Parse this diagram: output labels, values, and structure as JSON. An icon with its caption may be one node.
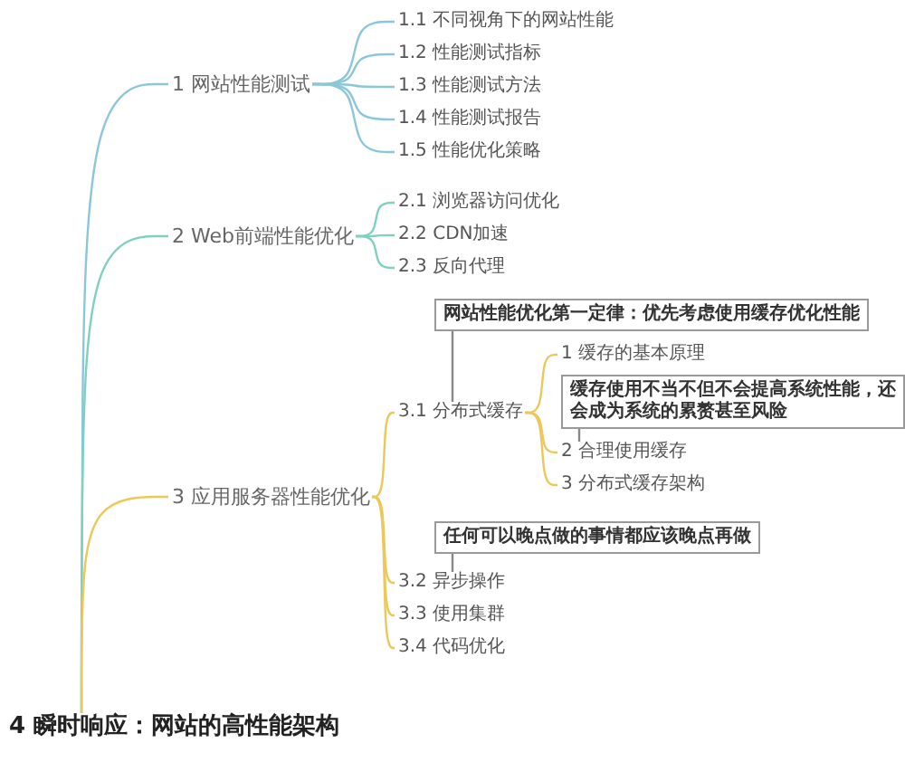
{
  "diagram": {
    "nodes": [
      {
        "text": [
          "4 瞬时响应：网站的高性能架构"
        ]
      },
      {
        "text": [
          "1 网站性能测试"
        ]
      },
      {
        "text": [
          "1.1 不同视角下的网站性能"
        ]
      },
      {
        "text": [
          "1.2 性能测试指标"
        ]
      },
      {
        "text": [
          "1.3 性能测试方法"
        ]
      },
      {
        "text": [
          "1.4 性能测试报告"
        ]
      },
      {
        "text": [
          "1.5 性能优化策略"
        ]
      },
      {
        "text": [
          "2 Web前端性能优化"
        ]
      },
      {
        "text": [
          "2.1 浏览器访问优化"
        ]
      },
      {
        "text": [
          "2.2 CDN加速"
        ]
      },
      {
        "text": [
          "2.3 反向代理"
        ]
      },
      {
        "text": [
          "网站性能优化第一定律：优先考虑使用缓存优化性能"
        ]
      },
      {
        "text": [
          "3 应用服务器性能优化"
        ]
      },
      {
        "text": [
          "3.1 分布式缓存"
        ]
      },
      {
        "text": [
          "1 缓存的基本原理"
        ]
      },
      {
        "text": [
          "缓存使用不当不但不会提高系统性能，还会成为系统的累赘甚至风险"
        ]
      },
      {
        "text": [
          "2 合理使用缓存"
        ]
      },
      {
        "text": [
          "3 分布式缓存架构"
        ]
      },
      {
        "text": [
          "任何可以晚点做的事情都应该晚点再做"
        ]
      },
      {
        "text": [
          "3.2 异步操作"
        ]
      },
      {
        "text": [
          "3.3 使用集群"
        ]
      },
      {
        "text": [
          "3.4 代码优化"
        ]
      }
    ],
    "edges": [
      {
        "from": 0,
        "to": 1,
        "arrow": "none",
        "color": "#8cc7d9"
      },
      {
        "from": 1,
        "to": 2,
        "arrow": "none",
        "color": "#8cc7d9"
      },
      {
        "from": 1,
        "to": 3,
        "arrow": "none",
        "color": "#8cc7d9"
      },
      {
        "from": 1,
        "to": 4,
        "arrow": "none",
        "color": "#8cc7d9"
      },
      {
        "from": 1,
        "to": 5,
        "arrow": "none",
        "color": "#8cc7d9"
      },
      {
        "from": 1,
        "to": 6,
        "arrow": "none",
        "color": "#8cc7d9"
      },
      {
        "from": 0,
        "to": 7,
        "arrow": "none",
        "color": "#7fd1bf"
      },
      {
        "from": 7,
        "to": 8,
        "arrow": "none",
        "color": "#7fd1bf"
      },
      {
        "from": 7,
        "to": 9,
        "arrow": "none",
        "color": "#7fd1bf"
      },
      {
        "from": 7,
        "to": 10,
        "arrow": "none",
        "color": "#7fd1bf"
      },
      {
        "from": 0,
        "to": 12,
        "arrow": "none"
      },
      {
        "from": 12,
        "to": 13,
        "arrow": "none"
      },
      {
        "from": 11,
        "to": 13,
        "arrow": "none",
        "color": "#888888"
      },
      {
        "from": 13,
        "to": 14,
        "arrow": "none"
      },
      {
        "from": 15,
        "to": 16,
        "arrow": "none",
        "color": "#888888"
      },
      {
        "from": 13,
        "to": 16,
        "arrow": "none"
      },
      {
        "from": 13,
        "to": 17,
        "arrow": "none"
      },
      {
        "from": 18,
        "to": 19,
        "arrow": "none",
        "color": "#888888"
      },
      {
        "from": 12,
        "to": 19,
        "arrow": "none"
      },
      {
        "from": 12,
        "to": 20,
        "arrow": "none"
      },
      {
        "from": 12,
        "to": 21,
        "arrow": "none"
      }
    ]
  }
}
